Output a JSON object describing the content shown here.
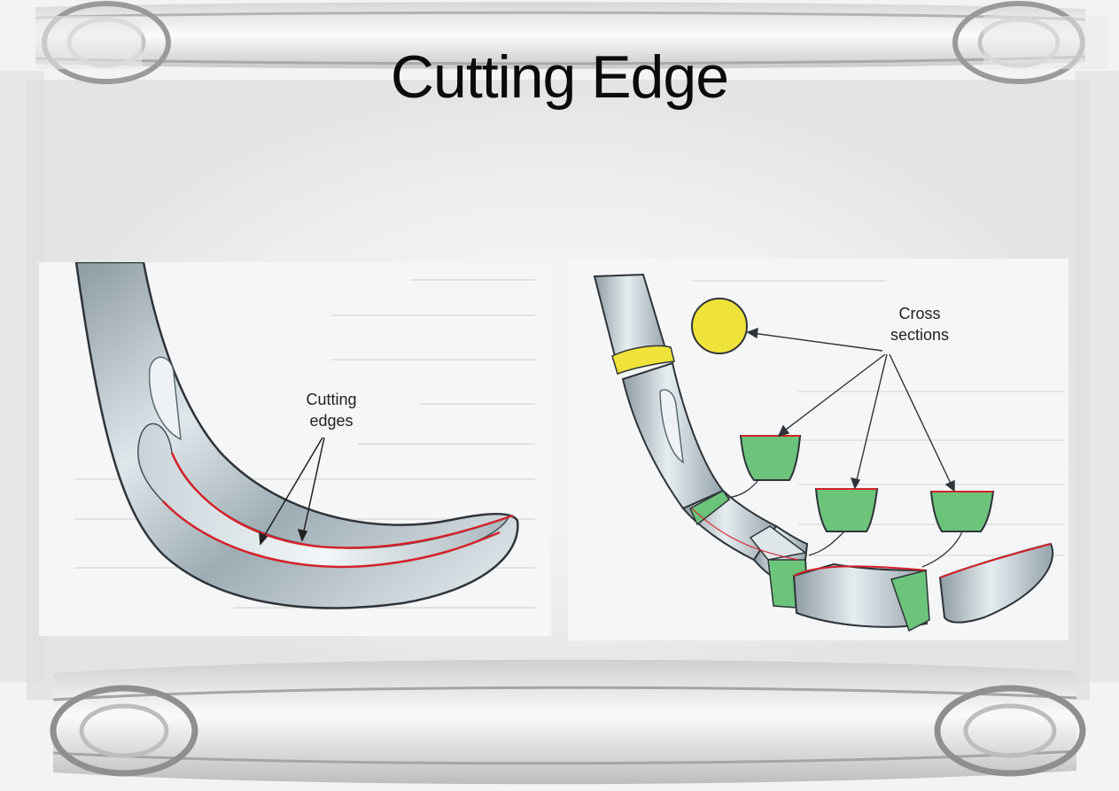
{
  "slide": {
    "title": "Cutting Edge"
  },
  "left_figure": {
    "label_line1": "Cutting",
    "label_line2": "edges"
  },
  "right_figure": {
    "label_line1": "Cross",
    "label_line2": "sections"
  },
  "colors": {
    "metal": "#b9c6cd",
    "metal_dark": "#5d6a72",
    "edge_red": "#d2232a",
    "cross_section_green": "#6cc37a",
    "round_section_yellow": "#efe23a",
    "parchment": "#f3f3f1"
  }
}
